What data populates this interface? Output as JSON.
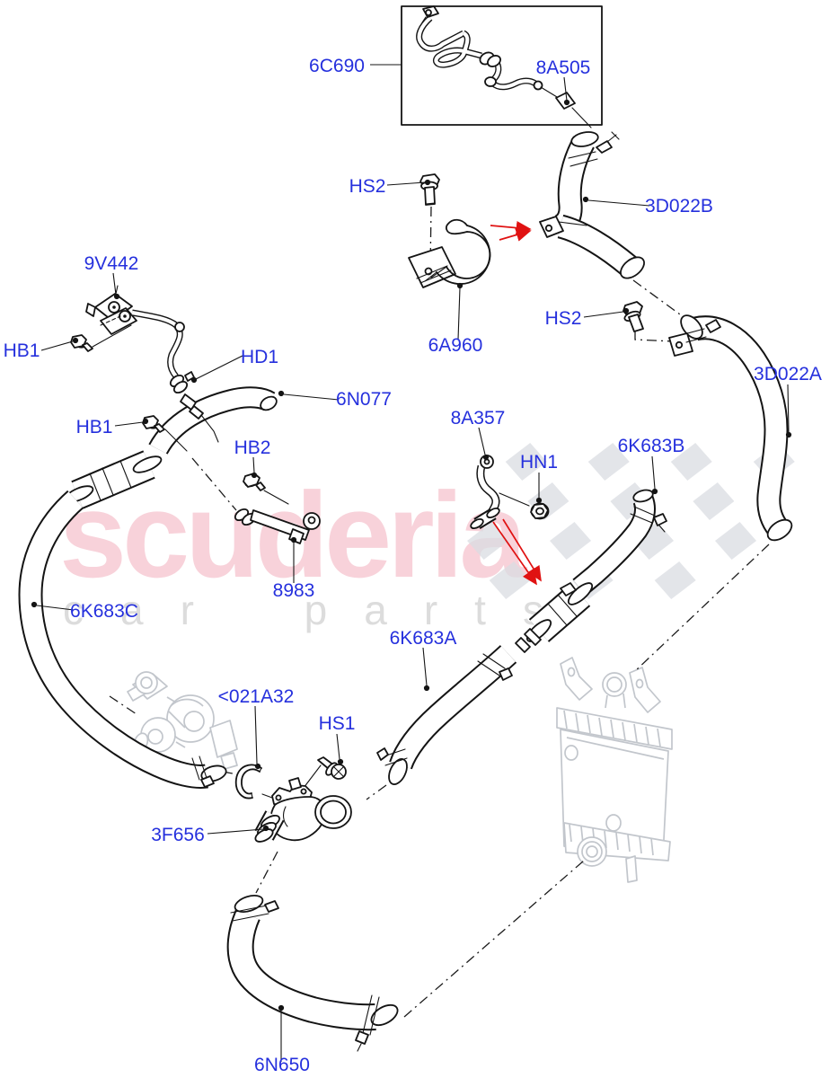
{
  "watermark": {
    "brand": "scuderia",
    "tagline": "car parts",
    "brand_color": "#f8d2da",
    "tagline_color": "#dcdcdc"
  },
  "diagram": {
    "label_color": "#2530dd",
    "arrow_color": "#e01212",
    "line_color": "#141414",
    "ghost_color": "#c2c6cc",
    "labels": [
      {
        "id": "6C690",
        "text": "6C690"
      },
      {
        "id": "8A505",
        "text": "8A505"
      },
      {
        "id": "HS2-upper",
        "text": "HS2"
      },
      {
        "id": "3D022B",
        "text": "3D022B"
      },
      {
        "id": "9V442",
        "text": "9V442"
      },
      {
        "id": "HB1-upper",
        "text": "HB1"
      },
      {
        "id": "HD1",
        "text": "HD1"
      },
      {
        "id": "6N077",
        "text": "6N077"
      },
      {
        "id": "HS2-right",
        "text": "HS2"
      },
      {
        "id": "6A960",
        "text": "6A960"
      },
      {
        "id": "3D022A",
        "text": "3D022A"
      },
      {
        "id": "8A357",
        "text": "8A357"
      },
      {
        "id": "HB2",
        "text": "HB2"
      },
      {
        "id": "HN1",
        "text": "HN1"
      },
      {
        "id": "6K683B",
        "text": "6K683B"
      },
      {
        "id": "HB1-lower",
        "text": "HB1"
      },
      {
        "id": "8983",
        "text": "8983"
      },
      {
        "id": "6K683C",
        "text": "6K683C"
      },
      {
        "id": "6K683A",
        "text": "6K683A"
      },
      {
        "id": "021A32",
        "text": "<021A32"
      },
      {
        "id": "HS1",
        "text": "HS1"
      },
      {
        "id": "3F656",
        "text": "3F656"
      },
      {
        "id": "6N650",
        "text": "6N650"
      }
    ]
  }
}
